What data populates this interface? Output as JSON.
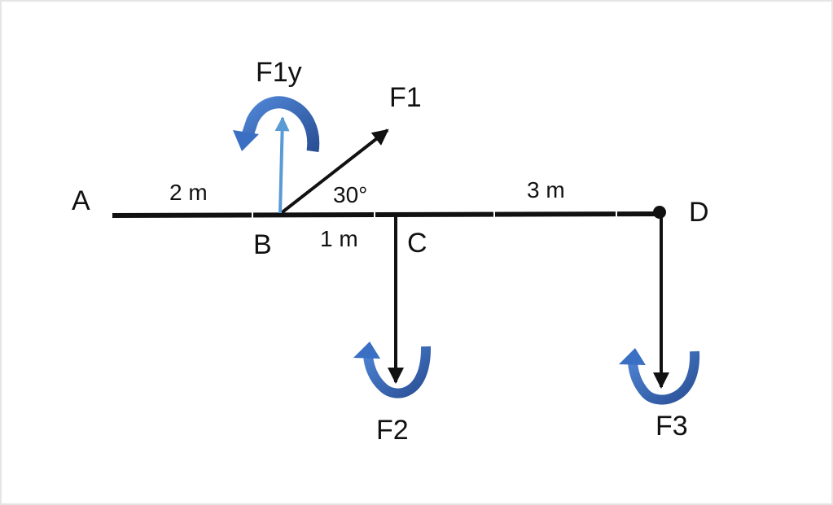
{
  "points": {
    "a": "A",
    "b": "B",
    "c": "C",
    "d": "D"
  },
  "dimensions": {
    "ab": "2 m",
    "bc": "1 m",
    "cd": "3 m"
  },
  "angle": "30°",
  "forces": {
    "f1": "F1",
    "f1y": "F1y",
    "f2": "F2",
    "f3": "F3"
  },
  "colors": {
    "beam": "#111111",
    "force_arrow": "#111111",
    "component_arrow": "#5b9bd5",
    "moment_arrow": "#3a6fc4",
    "moment_arrow_dark": "#2d4f8f"
  }
}
